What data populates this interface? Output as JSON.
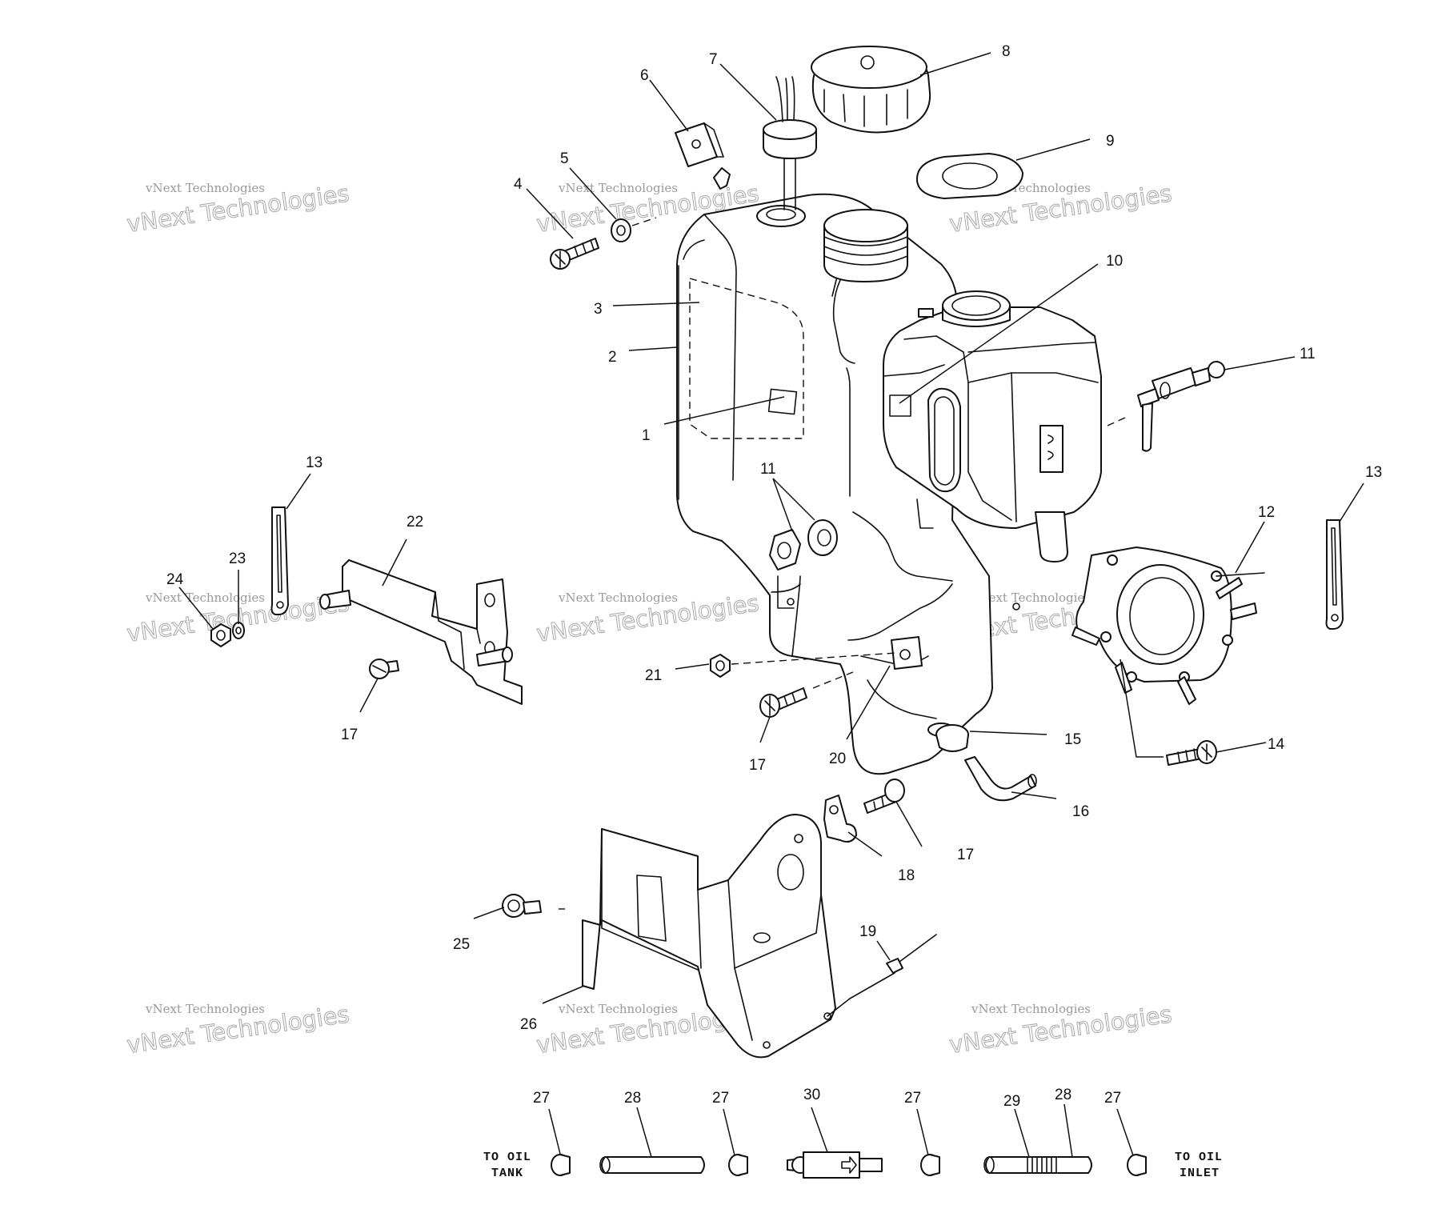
{
  "watermark": "vNext Technologies",
  "routing_labels": {
    "left_line1": "TO OIL",
    "left_line2": "TANK",
    "right_line1": "TO OIL",
    "right_line2": "INLET"
  },
  "callouts": {
    "n1": "1",
    "n2": "2",
    "n3": "3",
    "n4": "4",
    "n5": "5",
    "n6": "6",
    "n7": "7",
    "n8": "8",
    "n9": "9",
    "n10": "10",
    "n11": "11",
    "n12": "12",
    "n13": "13",
    "n14": "14",
    "n15": "15",
    "n16": "16",
    "n17": "17",
    "n18": "18",
    "n19": "19",
    "n20": "20",
    "n21": "21",
    "n22": "22",
    "n23": "23",
    "n24": "24",
    "n25": "25",
    "n26": "26",
    "n27": "27",
    "n28": "28",
    "n29": "29",
    "n30": "30"
  }
}
